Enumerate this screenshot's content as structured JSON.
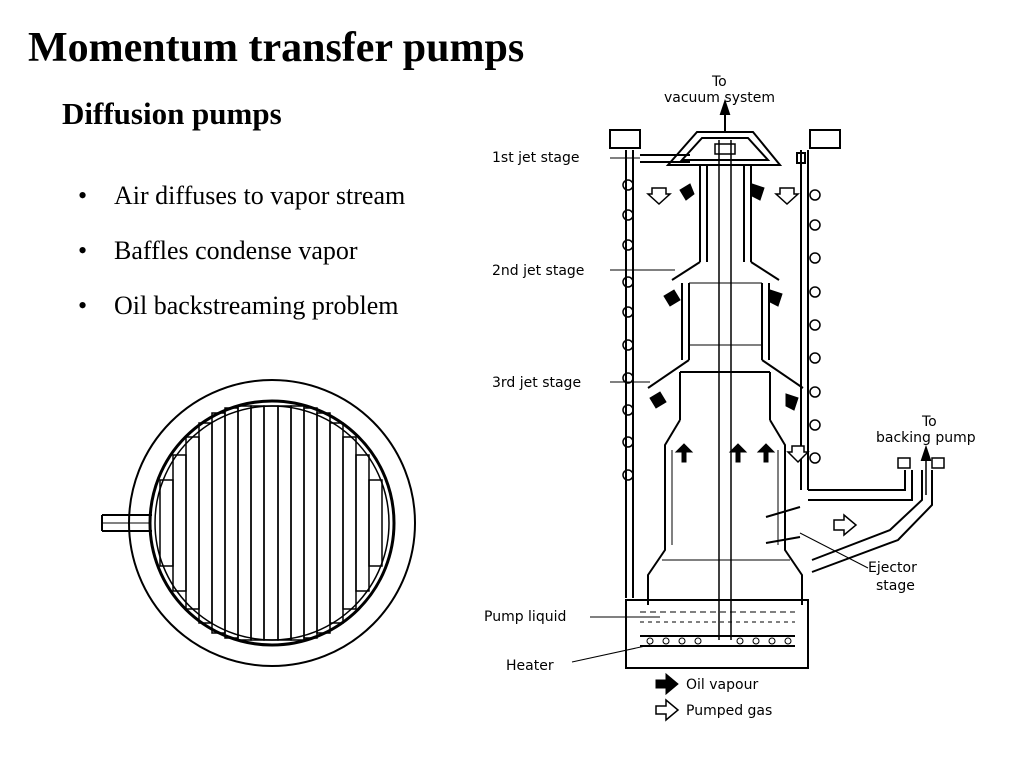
{
  "slide": {
    "title": "Momentum transfer pumps",
    "subtitle": "Diffusion pumps",
    "bullets": [
      "Air diffuses to vapor stream",
      "Baffles condense vapor",
      "Oil backstreaming problem"
    ]
  },
  "diagram": {
    "labels": {
      "to_vacuum_1": "To",
      "to_vacuum_2": "vacuum system",
      "jet1": "1st jet stage",
      "jet2": "2nd jet stage",
      "jet3": "3rd jet stage",
      "to_backing_1": "To",
      "to_backing_2": "backing pump",
      "ejector_1": "Ejector",
      "ejector_2": "stage",
      "pump_liquid": "Pump liquid",
      "heater": "Heater"
    },
    "legend": {
      "oil_vapour": "Oil vapour",
      "pumped_gas": "Pumped gas"
    }
  }
}
